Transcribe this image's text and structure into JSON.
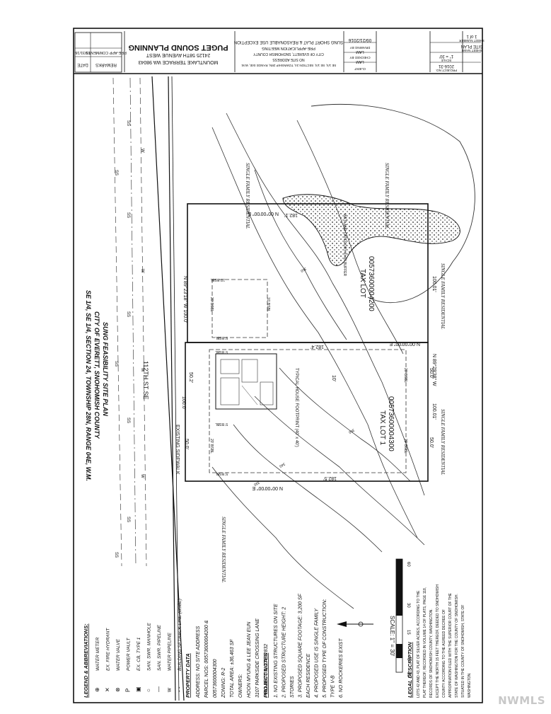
{
  "title_block": {
    "company": "PUGET SOUND PLANNING",
    "company_address_1": "24125 58TH AVENUE WEST",
    "company_address_2": "MOUNTLAKE TERRACE WA 98043",
    "project_title": "SUNG SHORT PLAT & REASONABLE USE EXCEPTION",
    "project_sub_1": "PRE-APPLICATION MEETING",
    "project_sub_2": "CITY OF EVERETT, SNOHOMISH COUNTY",
    "project_sub_3": "NO SITE ADDRESS",
    "project_sub_4": "SE 1/4, SE 1/4, SECTION 24, TOWNSHIP 28N, RANGE 04E, W.M.",
    "date_label": "DATE",
    "remarks_label": "REMARKS",
    "revision_date": "10/31/16",
    "revision_remarks": "PRE-APP COMMENTS",
    "drawn_date": "09/21/2016",
    "drawing_by_label": "DRAWING BY",
    "drawing_by": "LAM",
    "checked_by_label": "CHECKED BY",
    "checked_by": "LAM",
    "client_label": "CLIENT",
    "project_no_label": "PROJECT NO.",
    "project_no": "2016-31",
    "scale_label": "SCALE",
    "scale": "1\" = 30'",
    "sheet_name_label": "SHEET NAME",
    "sheet_name": "SITE PLAN",
    "sheet_number_label": "SHEET NUMBER",
    "sheet_number": "1 of 1"
  },
  "plan": {
    "title_1": "SE 1/4, SE 1/4, SECTION 24, TOWNSHIP 28N, RANGE 04E, W.M.",
    "title_2": "CITY OF EVERETT, SNOHOMISH COUNTY",
    "title_3": "SUNG FEASIBILITY SITE PLAN",
    "street": "112TH ST SE",
    "sidewalk": "EXISTING SIDEWALK",
    "sf_res": "SINGLE FAMILY RESIDENTIAL",
    "tax_lot_1": "TAX LOT 1",
    "tax_lot_1_no": "00573600004300",
    "tax_lot_2": "TAX LOT",
    "tax_lot_2_no": "00573600004200",
    "house": "TYPICAL HOUSE FOOTPRINT (40' x 40')",
    "wetland": "WETLAND CATEGORY III 40' BUFFER",
    "bearing_n1": "N 00°00'00\" E",
    "bearing_n2": "N 00°00'00\" E",
    "bearing_n3": "N 00°00'00\" E",
    "bearing_w1": "N 89°23'18\" W 100.0'",
    "bearing_w2": "N 89°29'38\" W",
    "dim_182_1": "182.1'",
    "dim_182_4": "182.4'",
    "dim_182_5": "182.5'",
    "dim_100_0": "100.0'",
    "dim_100_01": "100.01'",
    "dim_100_01b": "100.01'",
    "dim_50_0": "50.0'",
    "dim_50_0b": "50.0'",
    "dim_50_0c": "50.0'",
    "dim_50_2": "50.2'",
    "dim_10": "10'",
    "bsbl_5": "5' BSBL",
    "bsbl_10": "10' BSBL",
    "bsbl_20": "20' BSBL",
    "contour_1": "330",
    "contour_2": "340",
    "contour_3": "350",
    "utility_ss": "SS",
    "utility_w": "W"
  },
  "legend": {
    "title": "LEGEND & ABBREVIATIONS:",
    "items": [
      {
        "sym": "⊕",
        "text": "WATER METER"
      },
      {
        "sym": "✕",
        "text": "EX. FIRE HYDRANT"
      },
      {
        "sym": "⊗",
        "text": "WATER VALVE"
      },
      {
        "sym": "P",
        "text": "POWER VAULT"
      },
      {
        "sym": "▣",
        "text": "EX. CB, TYPE 1"
      },
      {
        "sym": "○",
        "text": "SAN. SWR. MANHOLE"
      },
      {
        "sym": "—",
        "text": "SAN. SWR. PIPELINE"
      },
      {
        "sym": "w",
        "text": "WATER PIPELINE"
      },
      {
        "sym": "- -",
        "text": "BUILDING SETBACK LINE (BSBL)"
      }
    ]
  },
  "property": {
    "title": "PROPERTY DATA",
    "lines": [
      "ADDRESS: NO SITE ADDRESS",
      "PARCEL NOS: 00573600004200 &",
      "00573600004300",
      "ZONING: R-2",
      "TOTAL AREA: ±36,463 SF",
      "OWNERS:",
      "HOON MYUNG & LEE JEAN EUN",
      "3107 PARKSIDE CROSSING LANE",
      "FULLERTON, CA 92832"
    ]
  },
  "notes": {
    "title": "PROJECT NOTES",
    "lines": [
      "1. NO EXISTING STRUCTURES ON SITE",
      "2. PROPOSED STRUCTURE HEIGHT: 2",
      "   STORIES",
      "3. PROPOSED SQUARE FOOTAGE: 3,200 SF",
      "   EACH RESIDENCE",
      "4. PROPOSED USE IS SINGLE FAMILY",
      "5. PROPOSED TYPE OF CONSTRUCTION:",
      "   TYPE V-B",
      "6. NO ROCKERIES EXIST"
    ]
  },
  "scale_bar": {
    "label": "SCALE: 1\" = 30'",
    "ticks": [
      "30",
      "0",
      "15",
      "30",
      "60"
    ]
  },
  "legal": {
    "title": "LEGAL DESCRIPTION",
    "lines": [
      "LOTS 42 AND 43, PLAT OF SILVER ACRES, ACCORDING TO THE",
      "PLAT THEREOF, RECORDED IN VOLUME 14 OF PLATS, PAGE 118,",
      "RECORDS OF SNOHOMISH COUNTY, WASHINGTON.",
      "EXCEPT THE NORTH 15 FEET THEREOF, DEEDED TO SNOHOMISH",
      "COUNTY ACCORDING TO THE AGREED DECREE OF",
      "APPROPRIATION FILED WITH THE SUPERIOR COURT OF THE",
      "STATE OF WASHINGTON FOR THE COUNTY OF SNOHOMISH.",
      "SITUATED IN THE COUNTY OF SNOHOMISH, STATE OF",
      "WASHINGTON."
    ]
  },
  "watermark": "NWMLS"
}
